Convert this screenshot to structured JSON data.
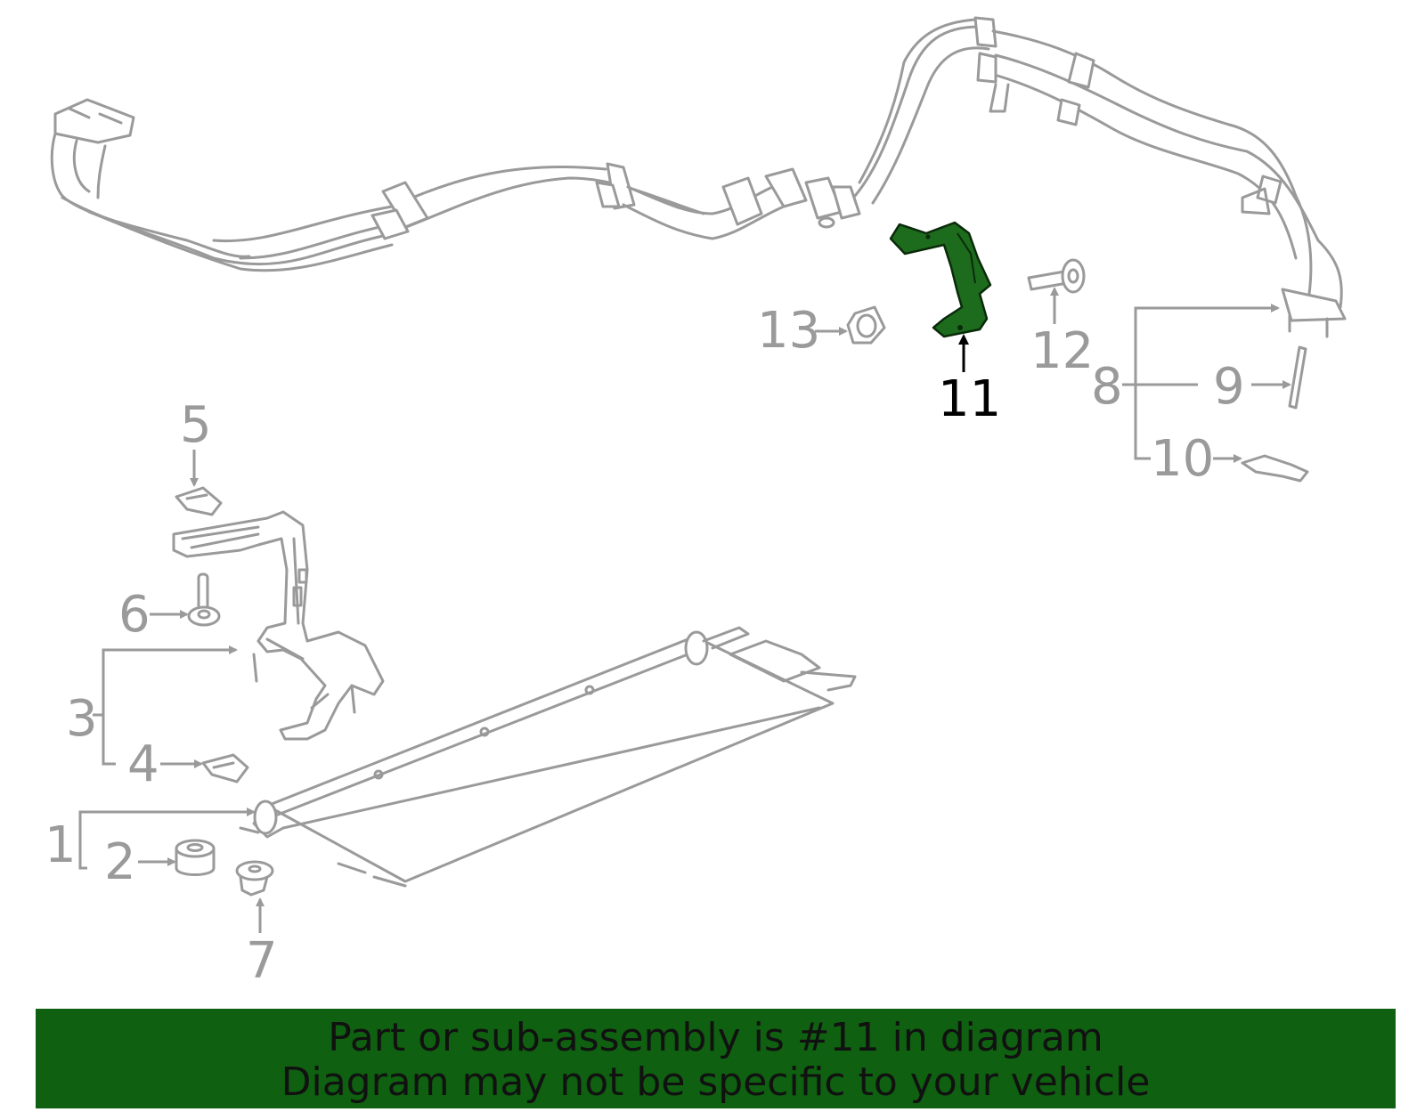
{
  "callouts": {
    "c1": "1",
    "c2": "2",
    "c3": "3",
    "c4": "4",
    "c5": "5",
    "c6": "6",
    "c7": "7",
    "c8": "8",
    "c9": "9",
    "c10": "10",
    "c11": "11",
    "c12": "12",
    "c13": "13"
  },
  "highlighted_part": "11",
  "colors": {
    "highlight": "#1d6b1d",
    "banner": "#0f6010",
    "line_art": "#9a9a9a"
  },
  "banner": {
    "line1": "Part or sub-assembly is #11 in diagram",
    "line2": "Diagram may not be specific to your vehicle"
  }
}
